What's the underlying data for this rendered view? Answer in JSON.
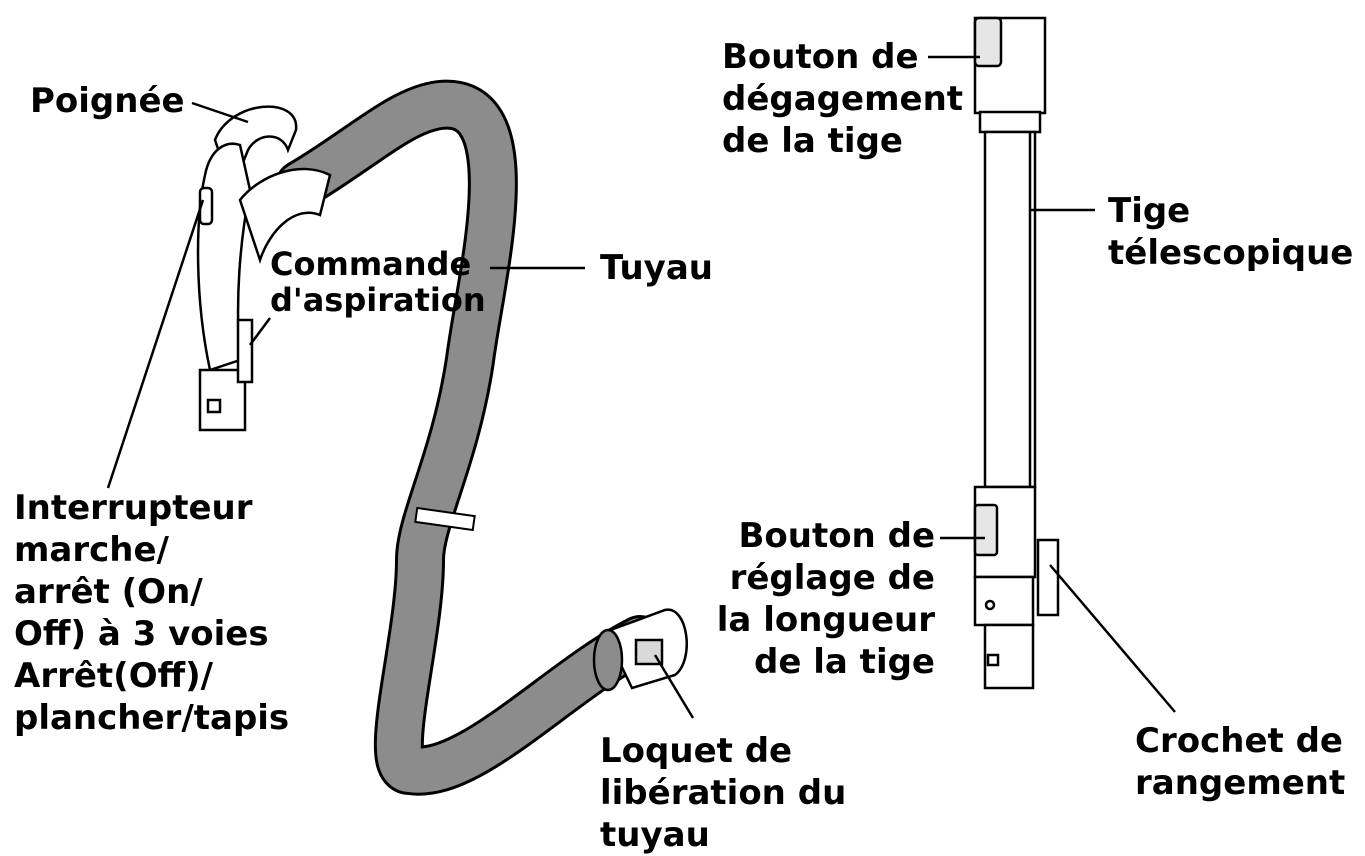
{
  "colors": {
    "hose": "#8c8c8c",
    "line": "#000000",
    "part": "#ffffff"
  },
  "labels": {
    "handle": [
      "Poignée"
    ],
    "suction_control": [
      "Commande",
      "d'aspiration"
    ],
    "hose": [
      "Tuyau"
    ],
    "switch": [
      "Interrupteur",
      "marche/",
      "arrêt (On/",
      "Off) à 3 voies",
      "Arrêt(Off)/",
      "plancher/tapis"
    ],
    "hose_latch": [
      "Loquet de",
      "libération du",
      "tuyau"
    ],
    "wand_release": [
      "Bouton de",
      "dégagement",
      "de la tige"
    ],
    "telescopic_wand": [
      "Tige",
      "télescopique"
    ],
    "wand_length": [
      "Bouton de",
      "réglage de",
      "la longueur",
      "de la tige"
    ],
    "storage_hook": [
      "Crochet de",
      "rangement"
    ]
  }
}
